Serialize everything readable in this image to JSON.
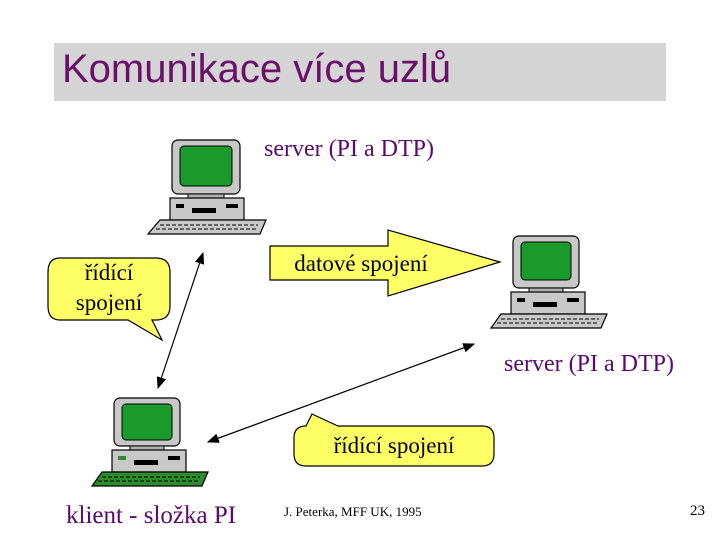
{
  "slide": {
    "title": "Komunikace více uzlů",
    "server_top_label": "server (PI a DTP)",
    "server_right_label": "server (PI a DTP)",
    "client_label": "klient - složka PI",
    "data_arrow_label": "datové spojení",
    "control_bubble_left_line1": "řídící",
    "control_bubble_left_line2": "spojení",
    "control_bubble_bottom": "řídící spojení",
    "footer_author": "J. Peterka, MFF UK, 1995",
    "page_number": "23"
  },
  "colors": {
    "title_text": "#6b0f6b",
    "title_bar": "#d4d4d4",
    "label_text": "#5a0a6e",
    "bubble_fill": "#ffff66",
    "screen": "#1a9a2a",
    "client_keyboard": "#2e8b2e"
  }
}
